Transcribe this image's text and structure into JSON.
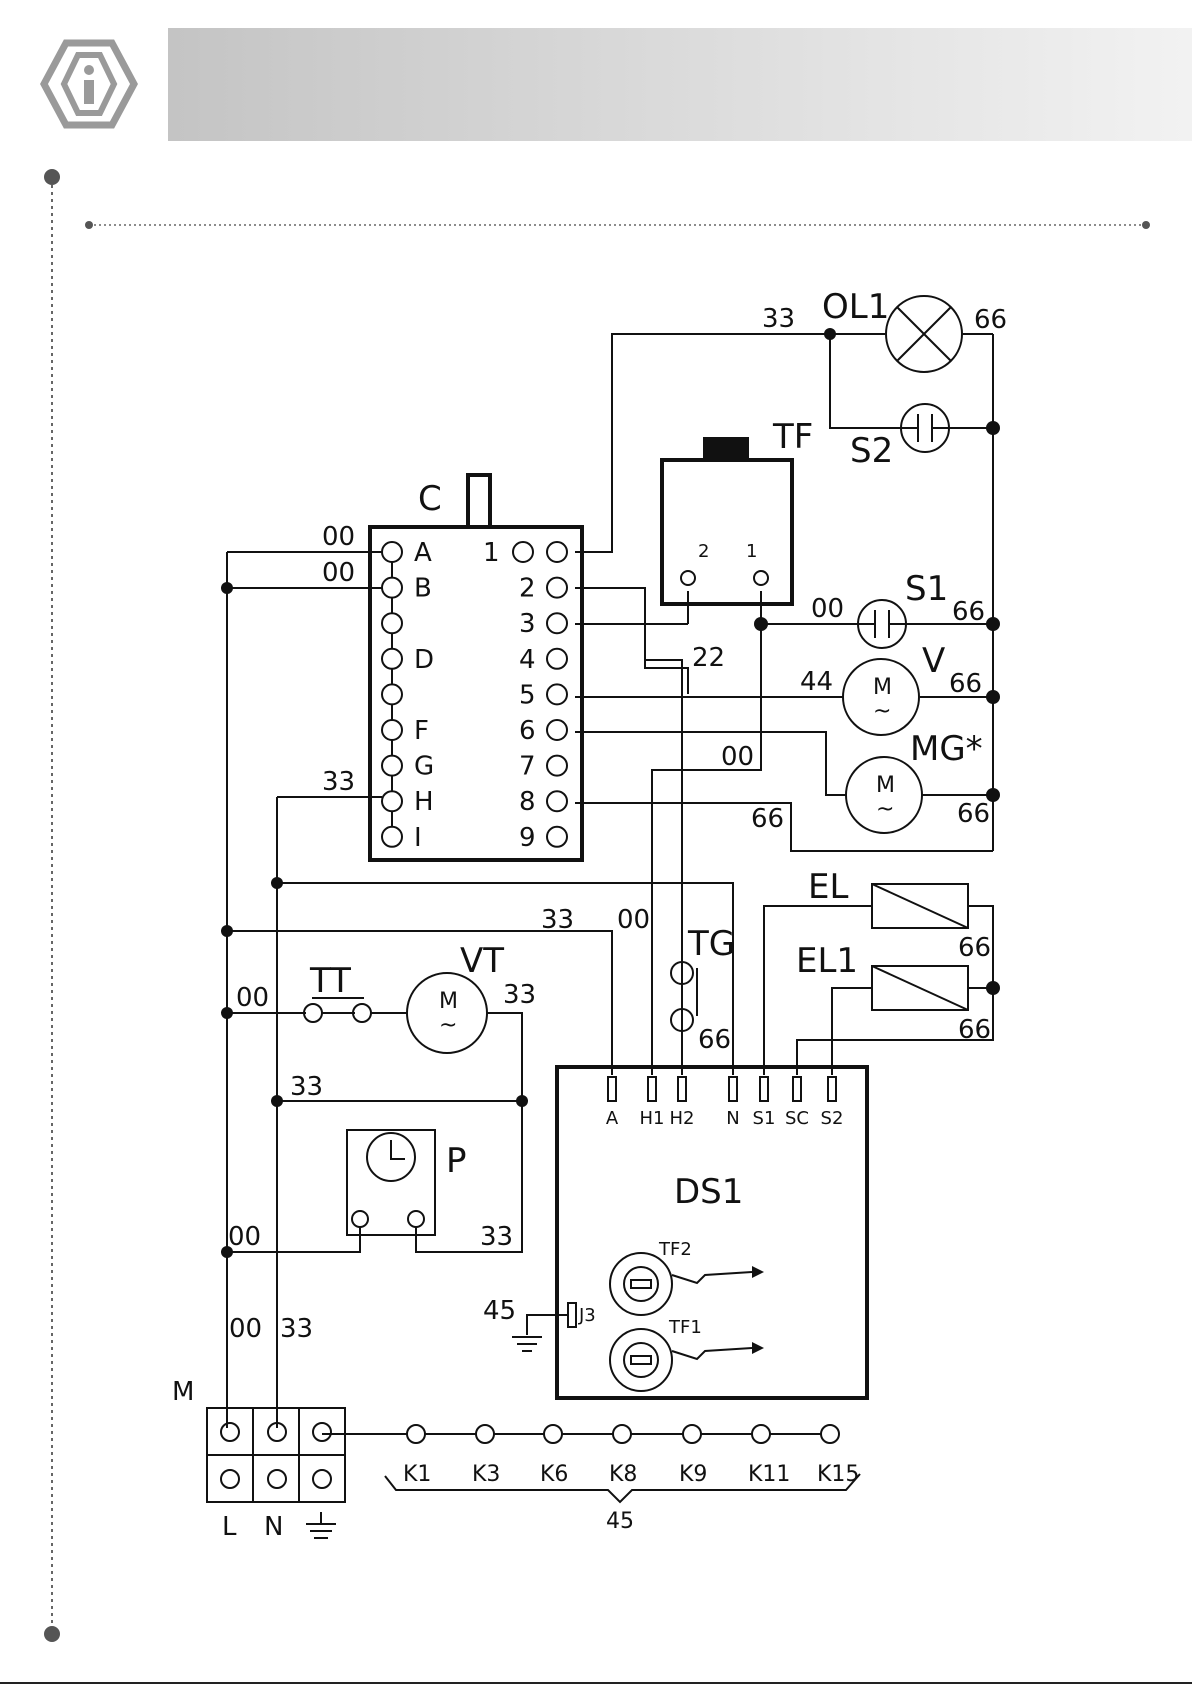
{
  "colors": {
    "header_band_start": "#c4c4c4",
    "header_band_end": "#f2f2f2",
    "line": "#111111",
    "accent": "#9a9a9a"
  },
  "icons": {
    "header": "info-icon"
  },
  "wire_numbers": {
    "w00": "00",
    "w22": "22",
    "w33": "33",
    "w44": "44",
    "w45": "45",
    "w66": "66"
  },
  "components": {
    "C": "C",
    "TF": "TF",
    "OL1": "OL1",
    "S1": "S1",
    "S2": "S2",
    "V": "V",
    "MG": "MG*",
    "EL": "EL",
    "EL1": "EL1",
    "TG": "TG",
    "TT": "TT",
    "VT": "VT",
    "P": "P",
    "DS1": "DS1",
    "M": "M",
    "TF1": "TF1",
    "TF2": "TF2",
    "J3": "J3",
    "motor_symbol": "M"
  },
  "selector_left_pins": [
    "A",
    "B",
    "",
    "D",
    "",
    "F",
    "G",
    "H",
    "I"
  ],
  "selector_right_pins": [
    "1",
    "2",
    "3",
    "4",
    "5",
    "6",
    "7",
    "8",
    "9"
  ],
  "tf_pins": [
    "2",
    "1"
  ],
  "ds1_terminals": [
    "A",
    "H1",
    "H2",
    "N",
    "S1",
    "SC",
    "S2"
  ],
  "terminal_block": {
    "labels": [
      "L",
      "N"
    ]
  },
  "k_terminals": [
    "K1",
    "K3",
    "K6",
    "K8",
    "K9",
    "K11",
    "K15"
  ]
}
